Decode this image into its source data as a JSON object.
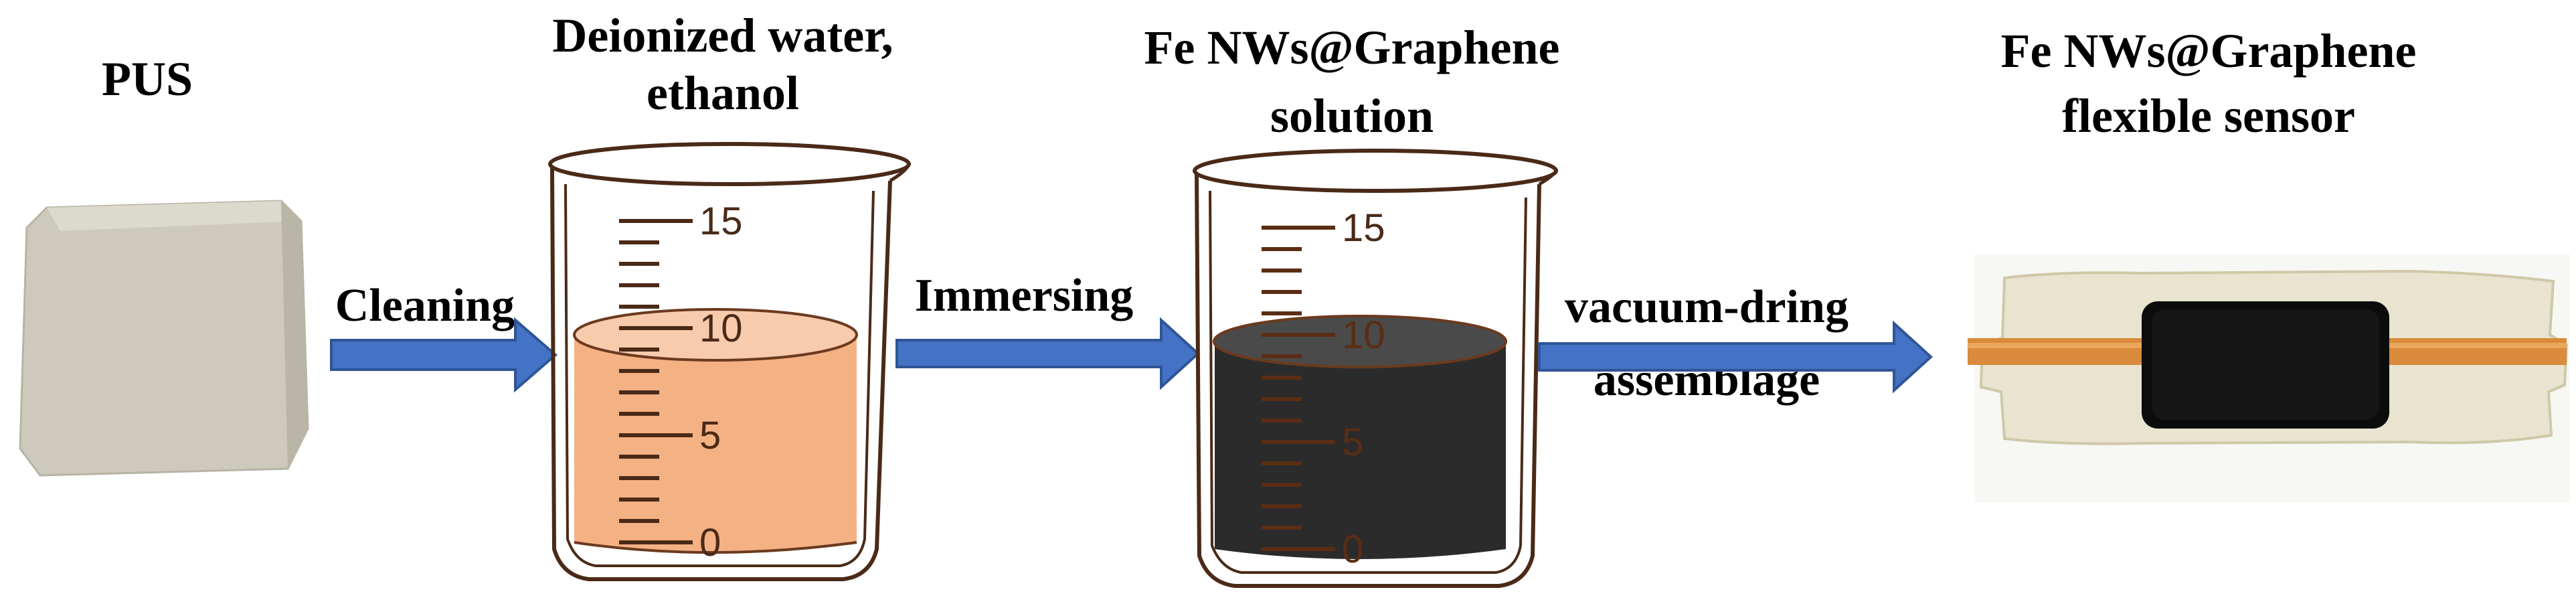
{
  "steps": {
    "pus": {
      "title": "PUS"
    },
    "beaker1": {
      "title_line1": "Deionized water,",
      "title_line2": "ethanol"
    },
    "beaker2": {
      "title_line1": "Fe NWs@Graphene",
      "title_line2": "solution"
    },
    "sensor": {
      "title_line1": "Fe NWs@Graphene",
      "title_line2": "flexible sensor"
    }
  },
  "arrows": {
    "a1": "Cleaning",
    "a2": "Immersing",
    "a3_line1": "vacuum-dring",
    "a3_line2": "assemblage"
  },
  "scale_marks": [
    "15",
    "10",
    "5",
    "0"
  ],
  "colors": {
    "arrow": "#4472C4",
    "arrow_stroke": "#2F5597",
    "beaker_outline": "#5a2d14",
    "water_liquid": "#F4B183",
    "solution_liquid": "#2b2b2b",
    "sponge": "#c9c6b8",
    "copper": "#d98a3a"
  }
}
